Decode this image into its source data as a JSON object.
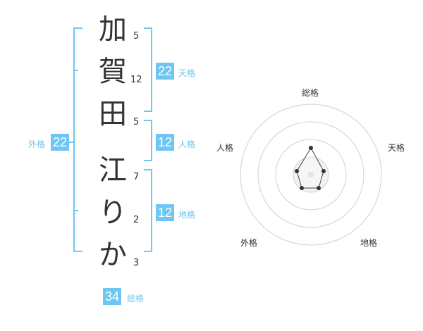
{
  "name": {
    "characters": [
      {
        "char": "加",
        "strokes": "5"
      },
      {
        "char": "賀",
        "strokes": "12"
      },
      {
        "char": "田",
        "strokes": "5"
      },
      {
        "char": "江",
        "strokes": "7"
      },
      {
        "char": "り",
        "strokes": "2"
      },
      {
        "char": "か",
        "strokes": "3"
      }
    ]
  },
  "fortune": {
    "tenkaku": {
      "value": "22",
      "label": "天格"
    },
    "jinkaku": {
      "value": "12",
      "label": "人格"
    },
    "chikaku": {
      "value": "12",
      "label": "地格"
    },
    "gaikaku": {
      "value": "22",
      "label": "外格"
    },
    "soukaku": {
      "value": "34",
      "label": "総格"
    }
  },
  "radar": {
    "labels": {
      "top": "総格",
      "right": "天格",
      "bottom_right": "地格",
      "bottom_left": "外格",
      "left": "人格"
    },
    "rings": 4,
    "accent_color": "#6ec6f2"
  }
}
